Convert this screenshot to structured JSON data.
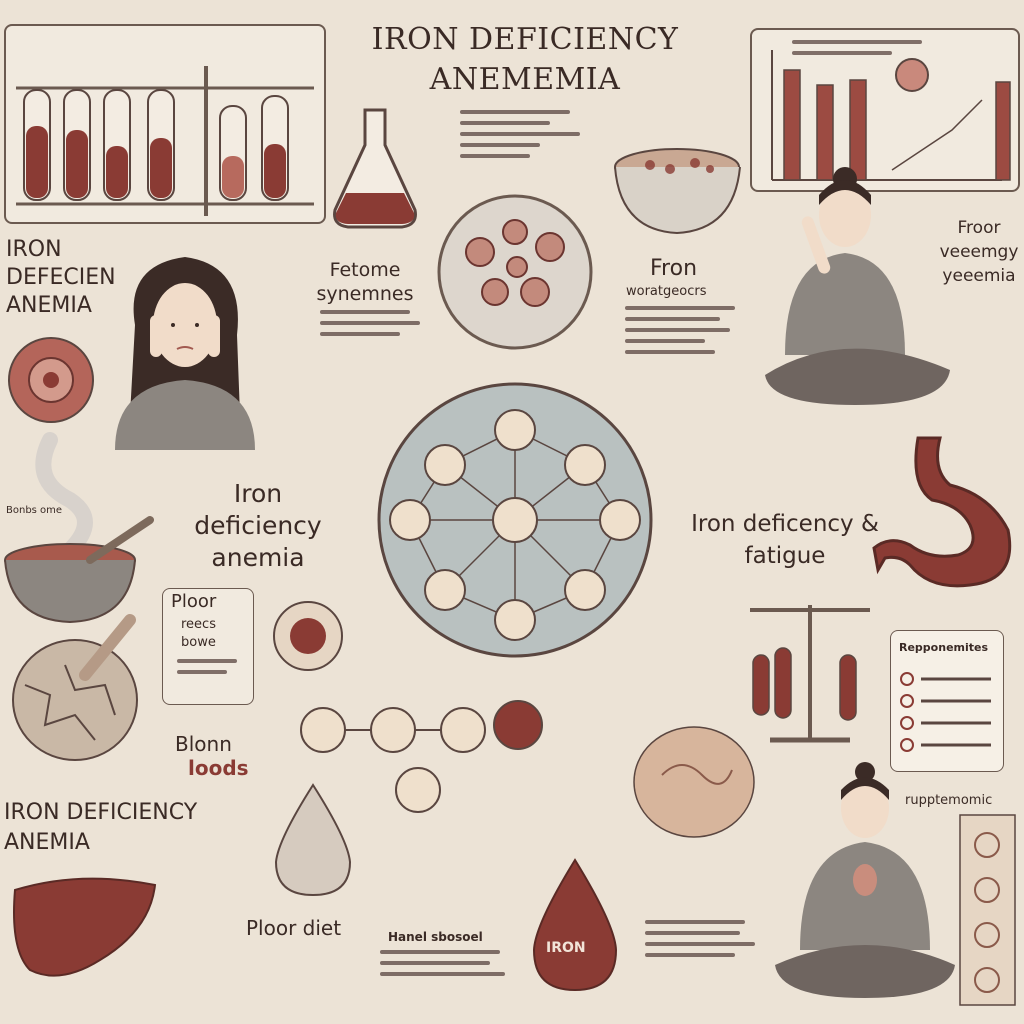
{
  "header": {
    "title": "IRON DEFICIENCY ANEMEMIA"
  },
  "labels": {
    "left_top": "IRON DEFECIEN ANEMIA",
    "fetome": "Fetome synemnes",
    "fron": "Fron",
    "fron_sub": "woratgeocrs",
    "right_top": "Froor veeemgy yeeemia",
    "center_left": "Iron deficiency anemia",
    "center_right": "Iron deficency & fatigue",
    "ploor_box": "Ploor",
    "ploor_box_sub1": "reecs",
    "ploor_box_sub2": "bowe",
    "blonn": "Blonn",
    "loods": "loods",
    "bottom_left": "IRON DEFICIENCY ANEMIA",
    "ploor_diet": "Ploor diet",
    "drop": "IRON",
    "hand": "Hanel sbosoel",
    "checklist_title": "Repponemites",
    "supp": "rupptemomic",
    "bowl_label": "Bonbs ome"
  },
  "colors": {
    "background": "#ece3d6",
    "blood": "#8a3b34",
    "ink": "#3a2a25",
    "circle": "#bcc4c2"
  },
  "icons": [
    "test-tubes-icon",
    "flask-icon",
    "bowl-icon",
    "bar-chart-icon",
    "woman-headache-icon",
    "meditating-woman-icon",
    "stomach-icon",
    "blood-cells-icon",
    "liver-icon",
    "blood-drop-icon",
    "scale-icon",
    "checklist-icon",
    "cracked-egg-icon",
    "water-drop-icon"
  ]
}
